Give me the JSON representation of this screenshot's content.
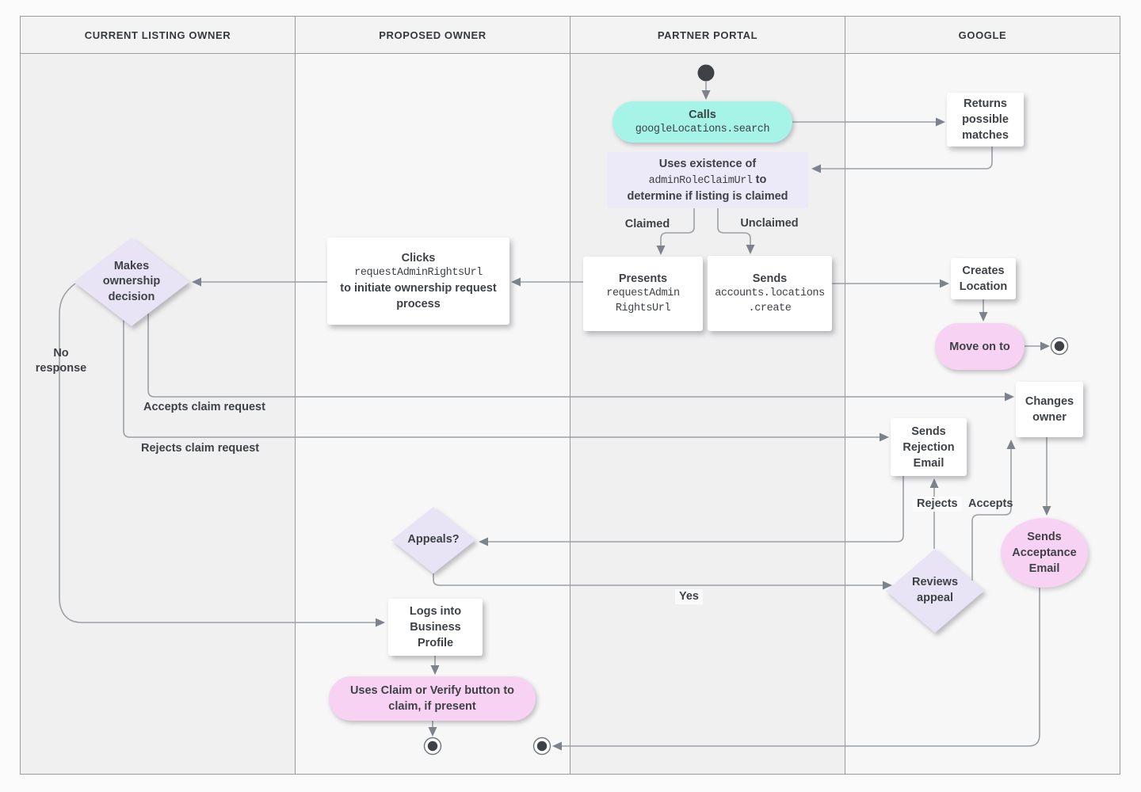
{
  "lanes": [
    {
      "label": "CURRENT LISTING OWNER"
    },
    {
      "label": "PROPOSED OWNER"
    },
    {
      "label": "PARTNER PORTAL"
    },
    {
      "label": "GOOGLE"
    }
  ],
  "nodes": {
    "calls_search": {
      "label": "Calls",
      "code": "googleLocations.search"
    },
    "returns_matches": {
      "text": "Returns possible matches"
    },
    "uses_existence": {
      "line1": "Uses existence of",
      "code": "adminRoleClaimUrl",
      "line2_suffix": " to",
      "line3": "determine if listing is claimed"
    },
    "presents_url": {
      "label": "Presents",
      "code1": "requestAdmin",
      "code2": "RightsUrl"
    },
    "sends_create": {
      "label": "Sends",
      "code1": "accounts.locations",
      "code2": ".create"
    },
    "creates_location": {
      "text": "Creates Location"
    },
    "move_on": {
      "text": "Move on to"
    },
    "clicks_url": {
      "line1": "Clicks",
      "code": "requestAdminRightsUrl",
      "line2": "to initiate ownership request process"
    },
    "makes_decision": {
      "text": "Makes ownership decision"
    },
    "sends_rejection": {
      "text": "Sends Rejection Email"
    },
    "changes_owner": {
      "text": "Changes owner"
    },
    "sends_acceptance": {
      "text": "Sends Acceptance Email"
    },
    "appeals": {
      "text": "Appeals?"
    },
    "reviews_appeal": {
      "text": "Reviews appeal"
    },
    "logs_into": {
      "text": "Logs into Business Profile"
    },
    "uses_claim": {
      "text": "Uses Claim or Verify button to claim, if present"
    }
  },
  "edge_labels": {
    "claimed": "Claimed",
    "unclaimed": "Unclaimed",
    "no_response": "No response",
    "accepts_claim": "Accepts claim request",
    "rejects_claim": "Rejects claim request",
    "rejects": "Rejects",
    "accepts": "Accepts",
    "yes": "Yes"
  },
  "colors": {
    "ink": "#3e4247",
    "teal": "#a6f3e8",
    "pink": "#f8d2f2",
    "lavender_box": "#ece9f8",
    "lavender_diamond": "#e8e3f5",
    "line": "#9aa0a6",
    "arrow": "#7d838c",
    "lane_dark": "#f0f0f1",
    "lane_light": "#f7f7f8",
    "header_bg": "#f3f3f4",
    "border": "#9b9b9b",
    "node_bg": "#ffffff",
    "page_bg": "#fbfbfb"
  }
}
